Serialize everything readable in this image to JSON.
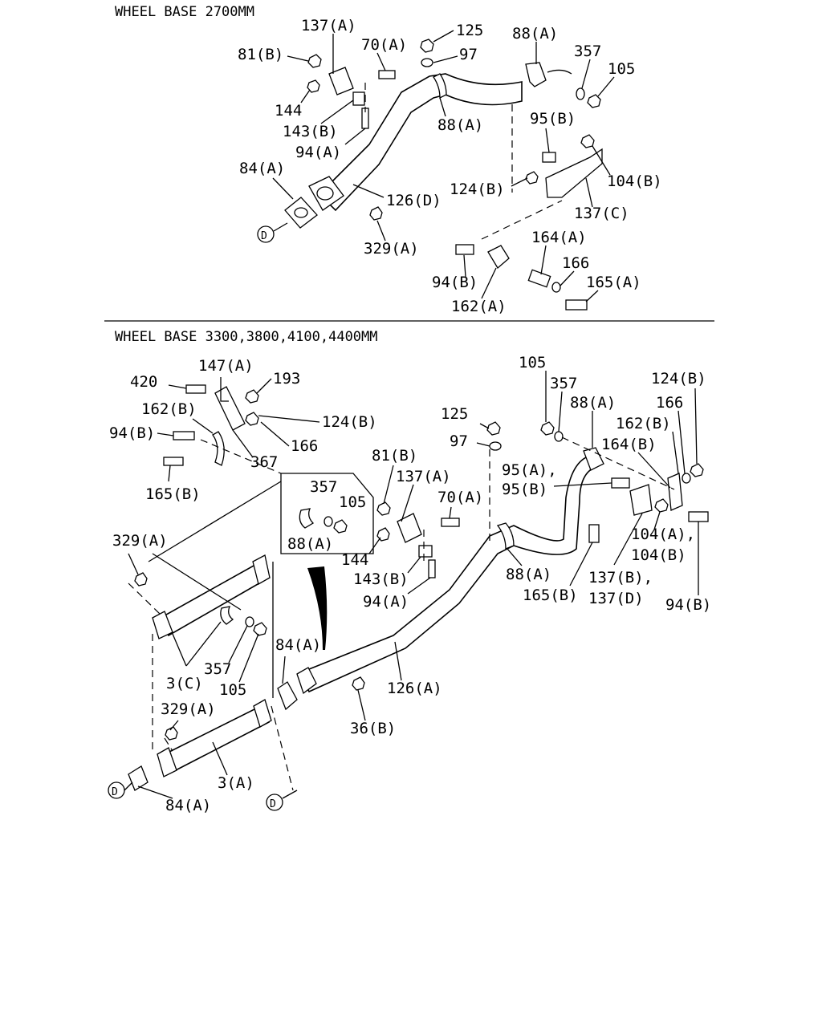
{
  "sections": {
    "top": {
      "title": "WHEEL BASE 2700MM"
    },
    "bottom": {
      "title": "WHEEL BASE 3300,3800,4100,4400MM"
    }
  },
  "connector_mark": "D",
  "callouts": {
    "t_137A": "137(A)",
    "t_125": "125",
    "t_88A_1": "88(A)",
    "t_81B": "81(B)",
    "t_70A": "70(A)",
    "t_97": "97",
    "t_357": "357",
    "t_105": "105",
    "t_144": "144",
    "t_143B": "143(B)",
    "t_88A_2": "88(A)",
    "t_95B": "95(B)",
    "t_94A": "94(A)",
    "t_84A": "84(A)",
    "t_124B": "124(B)",
    "t_104B": "104(B)",
    "t_126D": "126(D)",
    "t_137C": "137(C)",
    "t_164A": "164(A)",
    "t_329A": "329(A)",
    "t_166": "166",
    "t_94B": "94(B)",
    "t_165A": "165(A)",
    "t_162A": "162(A)",
    "b_147A": "147(A)",
    "b_105": "105",
    "b_124B_r": "124(B)",
    "b_420": "420",
    "b_193": "193",
    "b_357_r": "357",
    "b_166_r": "166",
    "b_162B_l": "162(B)",
    "b_124B_l": "124(B)",
    "b_125": "125",
    "b_88A_r": "88(A)",
    "b_162B_r": "162(B)",
    "b_94B_l": "94(B)",
    "b_166_l": "166",
    "b_97": "97",
    "b_164B": "164(B)",
    "b_367": "367",
    "b_81B": "81(B)",
    "b_95A": "95(A),",
    "b_95B": "95(B)",
    "b_137A": "137(A)",
    "b_357_box": "357",
    "b_165B_l": "165(B)",
    "b_70A": "70(A)",
    "b_105_box": "105",
    "b_88A_box": "88(A)",
    "b_104A": "104(A),",
    "b_104B": "104(B)",
    "b_329A_1": "329(A)",
    "b_144": "144",
    "b_143B": "143(B)",
    "b_88A_m": "88(A)",
    "b_137B": "137(B),",
    "b_137D": "137(D)",
    "b_94A": "94(A)",
    "b_165B_r": "165(B)",
    "b_94B_r": "94(B)",
    "b_84A_m": "84(A)",
    "b_357_l": "357",
    "b_3C": "3(C)",
    "b_105_l": "105",
    "b_126A": "126(A)",
    "b_329A_2": "329(A)",
    "b_36B": "36(B)",
    "b_3A": "3(A)",
    "b_84A_bot": "84(A)"
  }
}
